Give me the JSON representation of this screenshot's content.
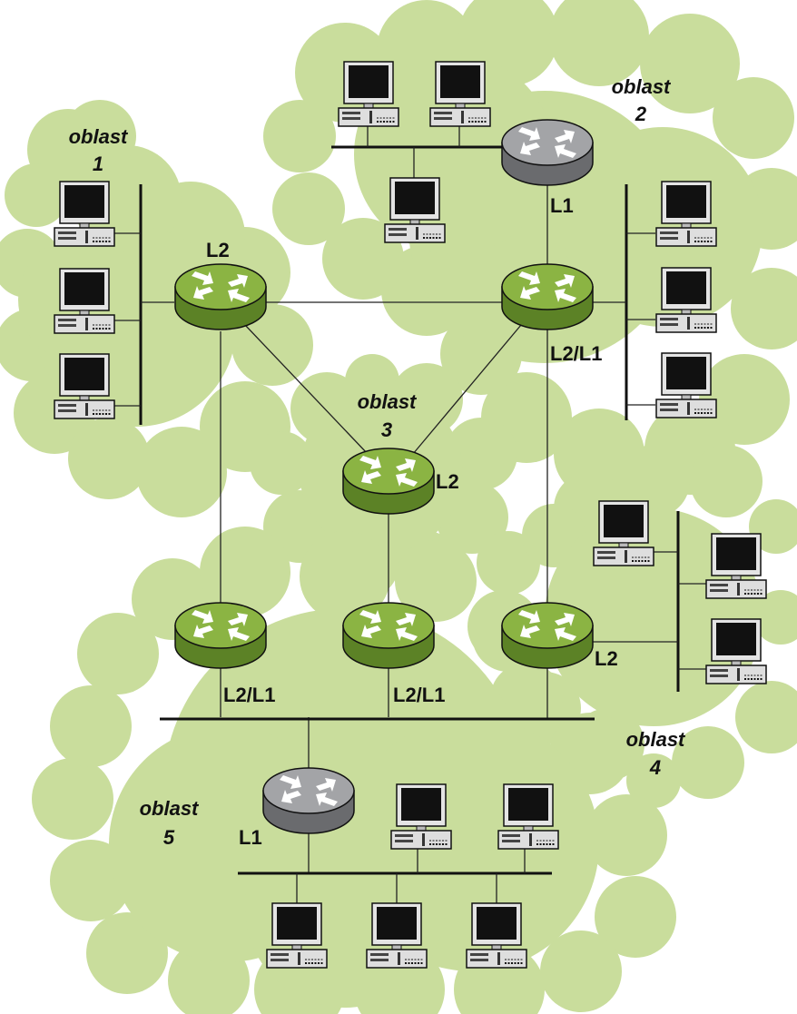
{
  "areas": [
    {
      "line1": "oblast",
      "line2": "1"
    },
    {
      "line1": "oblast",
      "line2": "2"
    },
    {
      "line1": "oblast",
      "line2": "3"
    },
    {
      "line1": "oblast",
      "line2": "4"
    },
    {
      "line1": "oblast",
      "line2": "5"
    }
  ],
  "routers": [
    {
      "area": "1",
      "label": "L2",
      "color": "green"
    },
    {
      "area": "2",
      "label": "L1",
      "color": "gray"
    },
    {
      "area": "2",
      "label": "L2/L1",
      "color": "green"
    },
    {
      "area": "3",
      "label": "L2",
      "color": "green"
    },
    {
      "area": "4",
      "label": "L2",
      "color": "green"
    },
    {
      "area": "5",
      "label": "L2/L1",
      "color": "green"
    },
    {
      "area": "5",
      "label": "L2/L1",
      "color": "green"
    },
    {
      "area": "5",
      "label": "L1",
      "color": "gray"
    }
  ],
  "colors": {
    "cloud": "#c9dd9c",
    "router_green": "#8bb443",
    "router_green_dark": "#5c8226",
    "router_gray": "#a3a4a7",
    "router_gray_dark": "#6a6b6e"
  },
  "icons": [
    "router-icon",
    "computer-icon"
  ]
}
